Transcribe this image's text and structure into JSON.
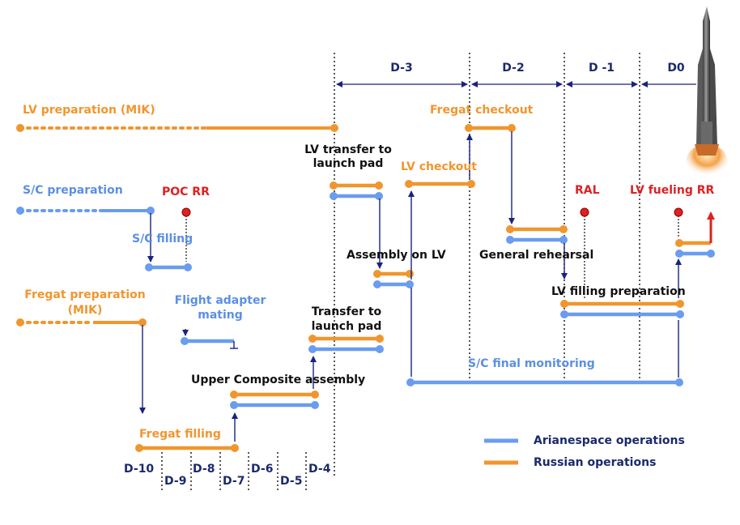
{
  "phases": {
    "d3": "D-3",
    "d2": "D-2",
    "d1": "D -1",
    "d0": "D0"
  },
  "days": {
    "d10": "D-10",
    "d9": "D-9",
    "d8": "D-8",
    "d7": "D-7",
    "d6": "D-6",
    "d5": "D-5",
    "d4": "D-4"
  },
  "labels": {
    "lv_preparation": "LV preparation  (MIK)",
    "sc_preparation": "S/C preparation",
    "poc_rr": "POC RR",
    "sc_filling": "S/C   filling",
    "fregat_preparation_1": "Fregat preparation",
    "fregat_preparation_2": "(MIK)",
    "flight_adapter_1": "Flight  adapter",
    "flight_adapter_2": "mating",
    "upper_composite": "Upper Composite assembly",
    "fregat_filling": "Fregat filling",
    "transfer_pad_1": "Transfer to",
    "transfer_pad_2": "launch pad",
    "lv_transfer_1": "LV transfer to",
    "lv_transfer_2": "launch pad",
    "assembly_on_lv": "Assembly on LV",
    "lv_checkout": "LV checkout",
    "fregat_checkout": "Fregat checkout",
    "general_rehearsal": "General rehearsal",
    "ral": "RAL",
    "lv_fueling_rr": "LV fueling RR",
    "lv_filling_prep": "LV filling preparation",
    "sc_final_monitoring": "S/C final monitoring"
  },
  "legend": {
    "arianespace": "Arianespace operations",
    "russian": "Russian operations"
  },
  "colors": {
    "russian": "#f0962e",
    "arianespace": "#6a9cef",
    "arrow": "#1a237e",
    "milestone": "#dd2222"
  }
}
